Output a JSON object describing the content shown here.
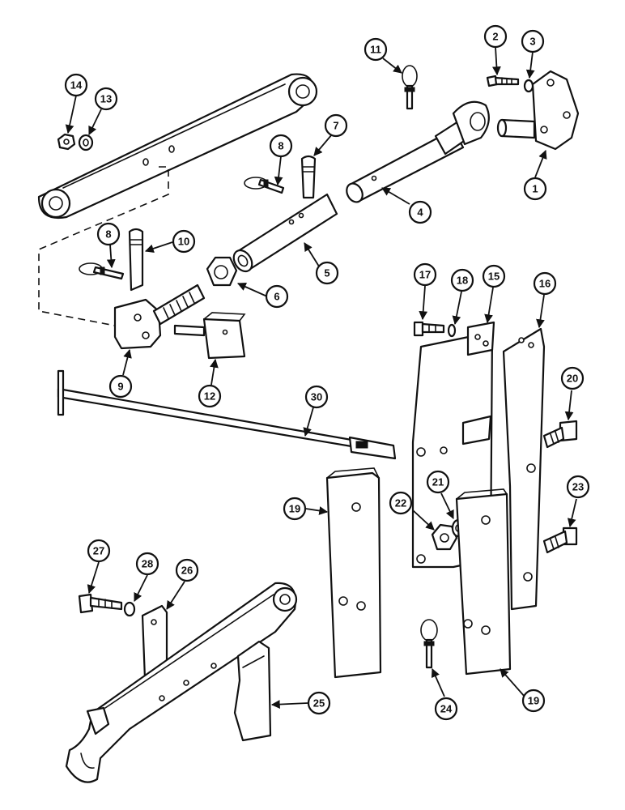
{
  "callouts": {
    "c1": "1",
    "c2": "2",
    "c3": "3",
    "c4": "4",
    "c5": "5",
    "c6": "6",
    "c7": "7",
    "c8a": "8",
    "c8b": "8",
    "c9": "9",
    "c10": "10",
    "c11": "11",
    "c12": "12",
    "c13": "13",
    "c14": "14",
    "c15": "15",
    "c16": "16",
    "c17": "17",
    "c18": "18",
    "c19a": "19",
    "c19b": "19",
    "c20": "20",
    "c21": "21",
    "c22": "22",
    "c23": "23",
    "c24": "24",
    "c25": "25",
    "c26": "26",
    "c27": "27",
    "c28": "28",
    "c30": "30"
  }
}
